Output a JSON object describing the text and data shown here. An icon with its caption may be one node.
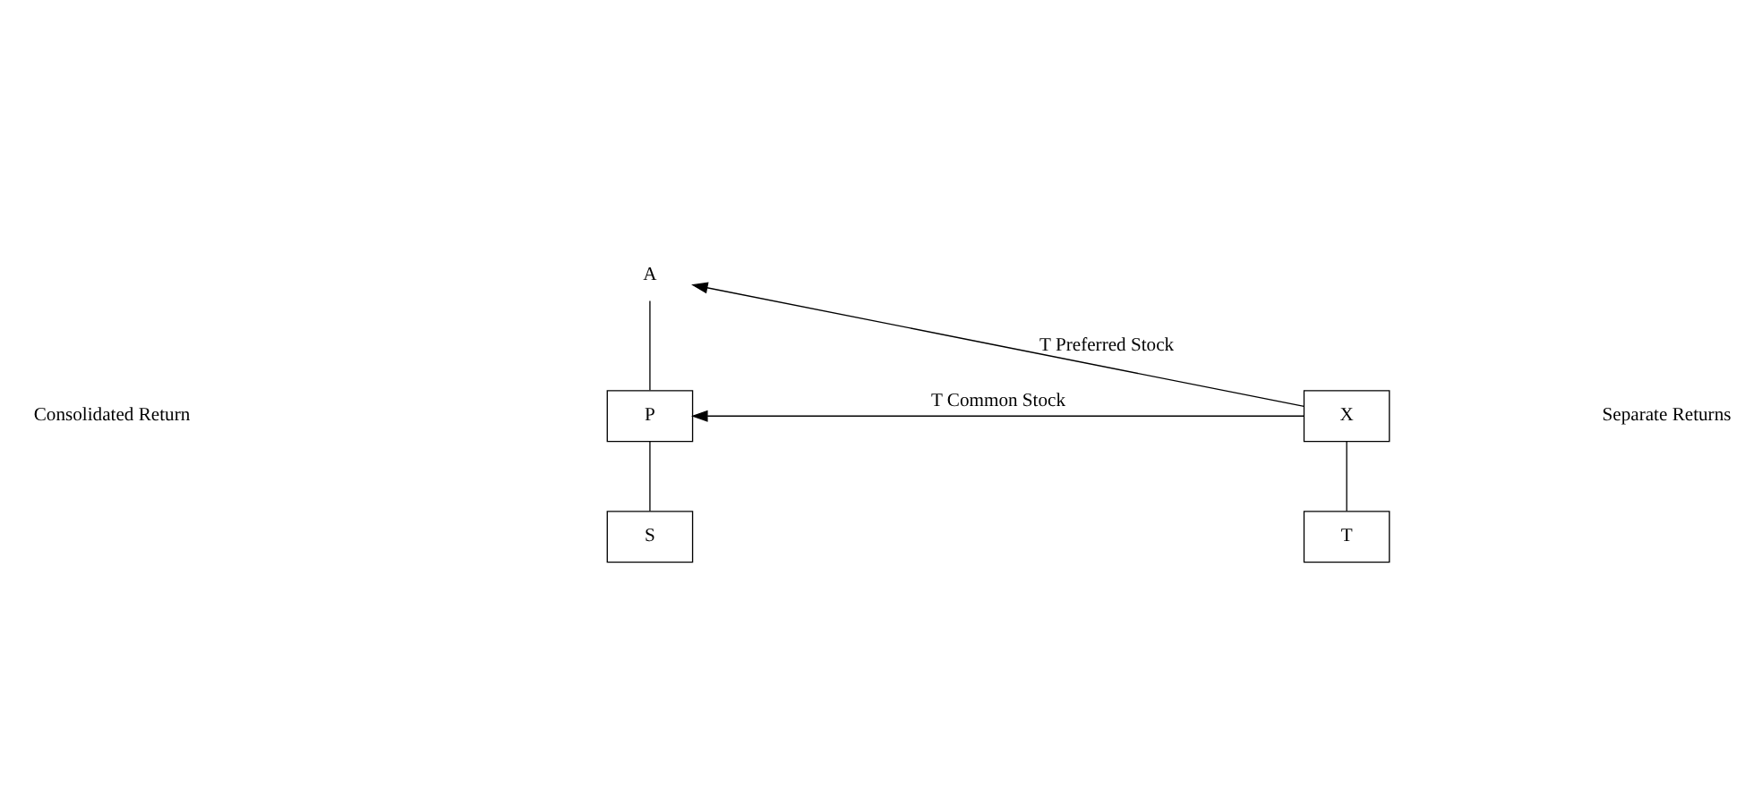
{
  "diagram": {
    "nodes": [
      {
        "text": [
          "A"
        ]
      },
      {
        "text": [
          "P"
        ]
      },
      {
        "text": [
          "X"
        ]
      },
      {
        "text": [
          "S"
        ]
      },
      {
        "text": [
          "T"
        ]
      }
    ],
    "edges": [
      {
        "from": 0,
        "to": 1,
        "arrow": "none"
      },
      {
        "from": 2,
        "to": 0,
        "arrow": "to",
        "label": "T Preferred Stock"
      },
      {
        "from": 2,
        "to": 1,
        "arrow": "to",
        "label": "T Common Stock"
      },
      {
        "from": 1,
        "to": 3,
        "arrow": "none"
      },
      {
        "from": 2,
        "to": 4,
        "arrow": "none"
      }
    ],
    "labels": [
      "Consolidated Return",
      "Separate Returns"
    ]
  }
}
